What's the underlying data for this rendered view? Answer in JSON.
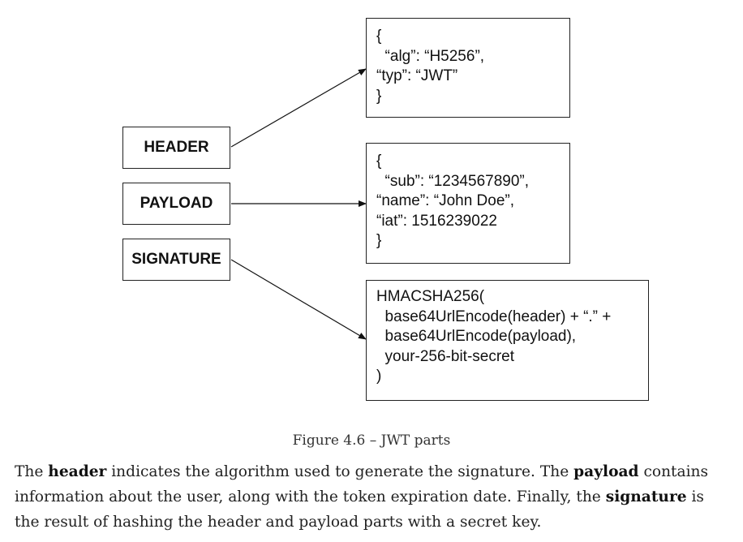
{
  "diagram": {
    "labels": {
      "header": "HEADER",
      "payload": "PAYLOAD",
      "signature": "SIGNATURE"
    },
    "header_json": [
      "{",
      "  “alg”: “H5256”,",
      "“typ”: “JWT”",
      "}"
    ],
    "payload_json": [
      "{",
      "  “sub”: “1234567890”,",
      "“name”: “John Doe”,",
      "“iat”: 1516239022",
      "}"
    ],
    "signature_code": [
      "HMACSHA256(",
      "  base64UrlEncode(header) + “.” +",
      "  base64UrlEncode(payload),",
      "  your-256-bit-secret",
      ")"
    ]
  },
  "caption": "Figure 4.6 – JWT parts",
  "paragraph": {
    "l1_a": "The ",
    "l1_b": "header",
    "l1_c": " indicates the algorithm used to generate the signature. The ",
    "l1_d": "payload",
    "l1_e": " contains",
    "l2_a": "information about the user, along with the token expiration date. Finally, the ",
    "l2_b": "signature",
    "l2_c": " is",
    "l3": "the result of hashing the header and payload parts with a secret key."
  }
}
